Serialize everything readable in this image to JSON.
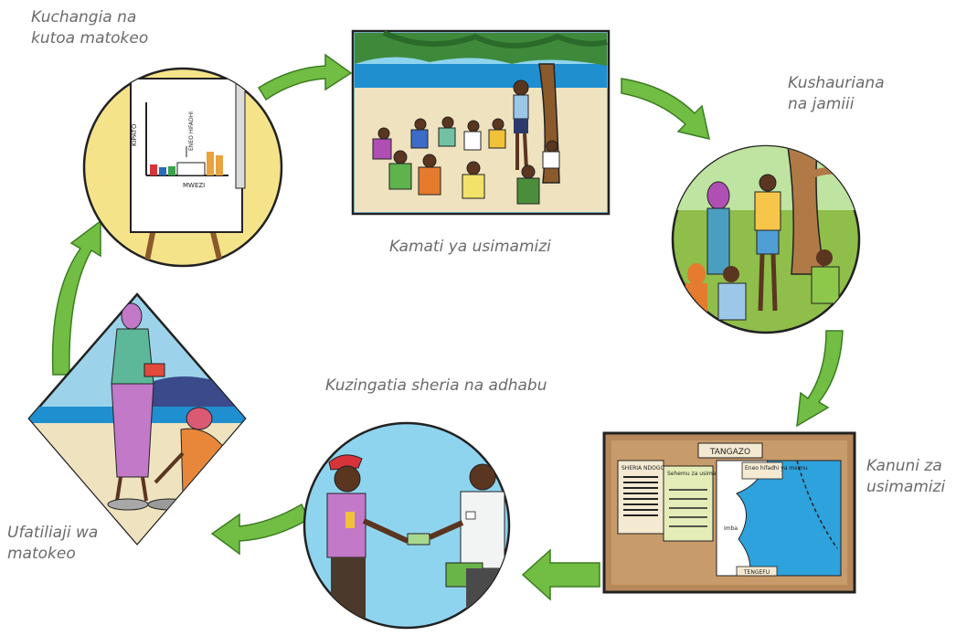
{
  "diagram": {
    "steps": [
      {
        "id": "analysis",
        "caption_lines": [
          "Kuchangia na",
          "kutoa matokeo"
        ]
      },
      {
        "id": "committee",
        "caption_lines": [
          "Kamati ya usimamizi"
        ]
      },
      {
        "id": "consult",
        "caption_lines": [
          "Kushauriana",
          "na jamiii"
        ]
      },
      {
        "id": "rules",
        "caption_lines": [
          "Kanuni za",
          "usimamizi"
        ]
      },
      {
        "id": "enforce",
        "caption_lines": [
          "Kuzingatia sheria na adhabu"
        ]
      },
      {
        "id": "monitor",
        "caption_lines": [
          "Ufatiliaji wa",
          "matokeo"
        ]
      }
    ],
    "chart_sign": {
      "y_label": "KIPATO",
      "x_label": "MWEZI",
      "annotation": "ENEO HIFADHI"
    },
    "notice_board": {
      "title": "TANGAZO",
      "poster1_title": "SHERIA NDOGO",
      "poster2_title": "Sehemu za usimamizi",
      "map_title": "Eneo hifadhi ya msimu",
      "map_island": "Imba",
      "map_footer": "TENGEFU"
    },
    "colors": {
      "arrow": "#72bd43",
      "arrow_outline": "#3c7d22",
      "ocean": "#1f8fd0",
      "sand": "#efe2be",
      "grass": "#8fbe4b",
      "board": "#b7895a",
      "easel_bg": "#f5e38a"
    }
  }
}
